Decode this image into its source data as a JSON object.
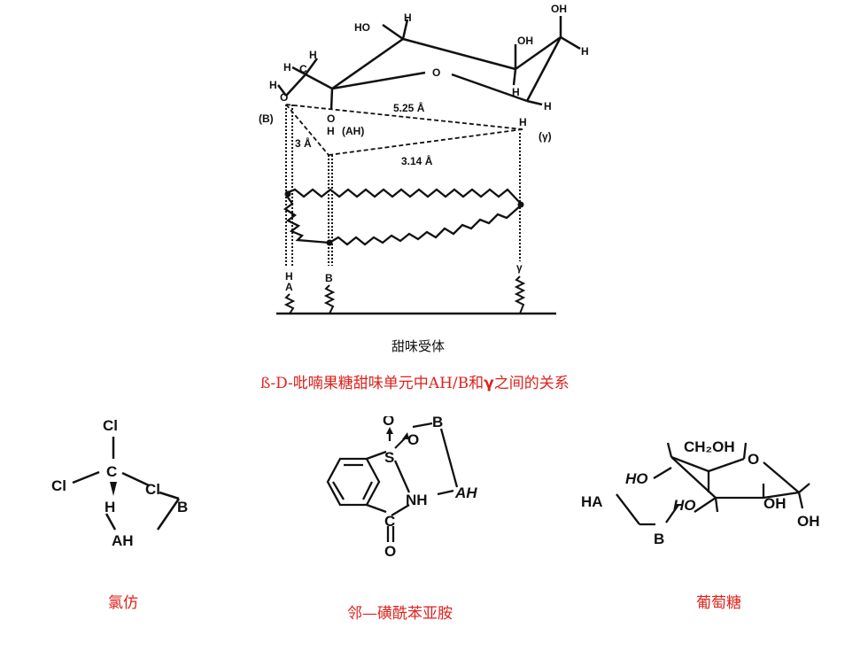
{
  "receptor": {
    "labels": {
      "oh_top": "OH",
      "ho_top": "HO",
      "h_top": "H",
      "oh_mid": "OH",
      "h_right1": "H",
      "h_left": "H",
      "c_left": "C",
      "h_left2": "H",
      "ring_o": "O",
      "h_ring": "H",
      "h_right2": "H",
      "h_o": "H",
      "o_b": "O",
      "b_paren": "(B)",
      "o_ah": "O",
      "h_ah": "H",
      "ah_paren": "(AH)",
      "dist_525": "5.25 Å",
      "dist_3": "3 Å",
      "dist_314": "3.14 Å",
      "h_gamma": "H",
      "gamma_paren": "(γ)",
      "stand_a_h": "H",
      "stand_a_a": "A",
      "stand_b": "B",
      "stand_gamma": "γ"
    },
    "caption": "甜味受体"
  },
  "main_caption": {
    "before": "ß-D-吡喃果糖甜味单元中AH/B和",
    "gamma": "γ",
    "after": "之间的关系"
  },
  "structures": {
    "chloroform": {
      "labels": {
        "cl_top": "Cl",
        "cl_left": "Cl",
        "c": "C",
        "cl_right": "Cl",
        "h": "H",
        "b": "B",
        "ah": "AH"
      },
      "caption": "氯仿"
    },
    "saccharin": {
      "labels": {
        "o_top": "O",
        "o_b": "O",
        "b": "B",
        "s": "S",
        "nh": "NH",
        "ah": "AH",
        "c": "C",
        "o_bottom": "O"
      },
      "caption": "邻—磺酰苯亚胺"
    },
    "glucose": {
      "labels": {
        "ch2oh": "CH₂OH",
        "ring_o": "O",
        "ho_top": "HO",
        "ha": "HA",
        "ho_mid": "HO",
        "oh_mid": "OH",
        "oh_right": "OH",
        "b": "B"
      },
      "caption": "葡萄糖"
    }
  },
  "colors": {
    "caption_red": "#e0211b",
    "ink": "#111111"
  }
}
